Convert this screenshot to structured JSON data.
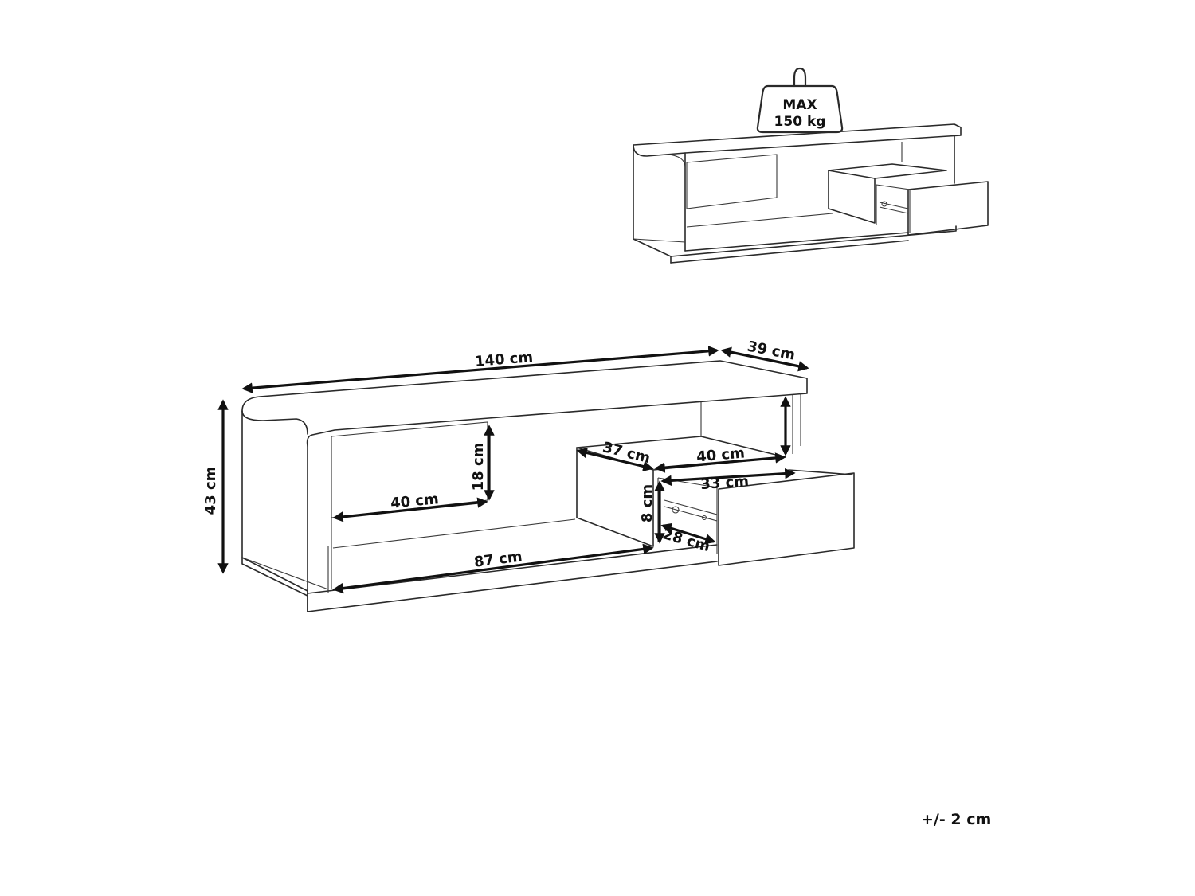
{
  "load_badge": {
    "line1": "MAX",
    "line2": "150 kg",
    "icon": "weight-icon"
  },
  "dimensions": {
    "width": "140 cm",
    "depth": "39 cm",
    "height": "43 cm",
    "left_compartment_height": "18 cm",
    "left_compartment_width": "40 cm",
    "bottom_shelf_width": "87 cm",
    "drawer_box_depth": "37 cm",
    "right_compartment_width": "40 cm",
    "drawer_inner_width": "33 cm",
    "drawer_inner_height": "8 cm",
    "drawer_inner_depth": "28 cm"
  },
  "tolerance": "+/- 2 cm",
  "colors": {
    "line": "#2a2a2a",
    "dimension": "#111111",
    "background": "#ffffff"
  }
}
